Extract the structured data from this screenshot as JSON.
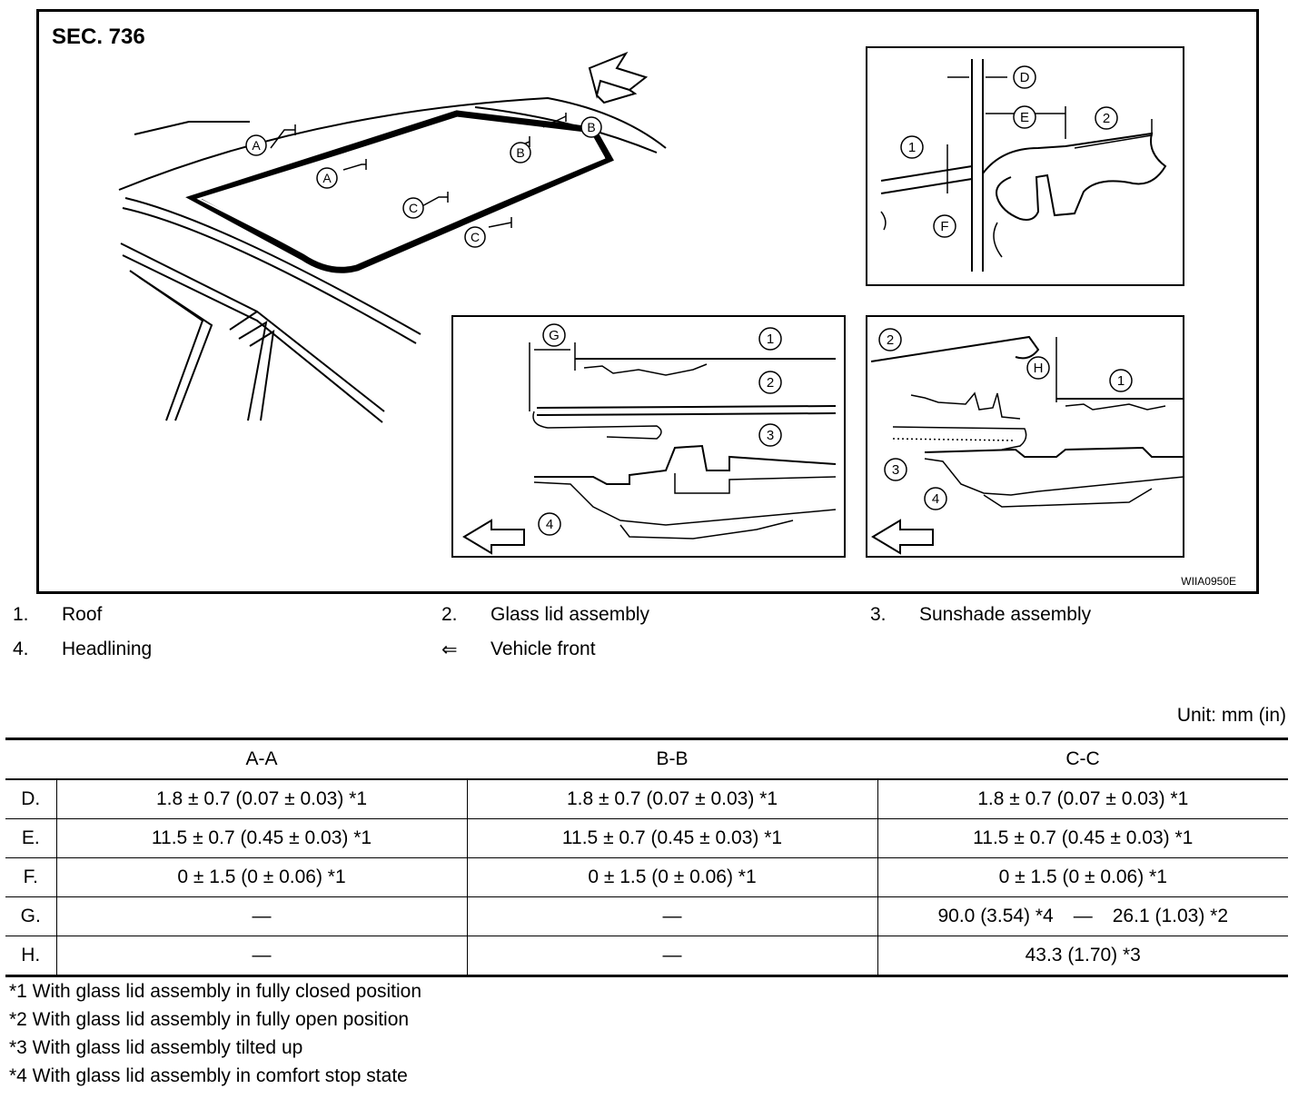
{
  "figure": {
    "section": "SEC. 736",
    "code": "WIIA0950E",
    "callouts": {
      "roof": [
        "A",
        "A",
        "B",
        "B",
        "C",
        "C"
      ],
      "detail_top": [
        "D",
        "E",
        "1",
        "2",
        "F"
      ],
      "detail_left": [
        "G",
        "1",
        "2",
        "3",
        "4"
      ],
      "detail_right": [
        "2",
        "H",
        "1",
        "3",
        "4"
      ]
    }
  },
  "legend": [
    {
      "num": "1.",
      "label": "Roof"
    },
    {
      "num": "2.",
      "label": "Glass lid assembly"
    },
    {
      "num": "3.",
      "label": "Sunshade assembly"
    },
    {
      "num": "4.",
      "label": "Headlining"
    },
    {
      "num": "⇐",
      "label": "Vehicle front"
    }
  ],
  "unit": "Unit: mm (in)",
  "table": {
    "headers": [
      "",
      "A-A",
      "B-B",
      "C-C"
    ],
    "rows": [
      {
        "label": "D.",
        "aa": "1.8 ± 0.7 (0.07 ± 0.03) *1",
        "bb": "1.8 ± 0.7 (0.07 ± 0.03) *1",
        "cc": "1.8 ± 0.7 (0.07 ± 0.03) *1"
      },
      {
        "label": "E.",
        "aa": "11.5 ± 0.7 (0.45 ± 0.03) *1",
        "bb": "11.5 ± 0.7 (0.45 ± 0.03) *1",
        "cc": "11.5 ± 0.7 (0.45 ± 0.03) *1"
      },
      {
        "label": "F.",
        "aa": "0 ± 1.5 (0 ± 0.06) *1",
        "bb": "0 ± 1.5 (0 ± 0.06) *1",
        "cc": "0 ± 1.5 (0 ± 0.06) *1"
      },
      {
        "label": "G.",
        "aa": "—",
        "bb": "—",
        "cc_left": "90.0 (3.54) *4",
        "cc_sep": "—",
        "cc_right": "26.1 (1.03) *2"
      },
      {
        "label": "H.",
        "aa": "—",
        "bb": "—",
        "cc": "43.3 (1.70) *3"
      }
    ]
  },
  "notes": [
    "*1 With glass lid assembly in fully closed position",
    "*2 With glass lid assembly in fully open position",
    "*3 With glass lid assembly tilted up",
    "*4 With glass lid assembly in comfort stop state"
  ]
}
